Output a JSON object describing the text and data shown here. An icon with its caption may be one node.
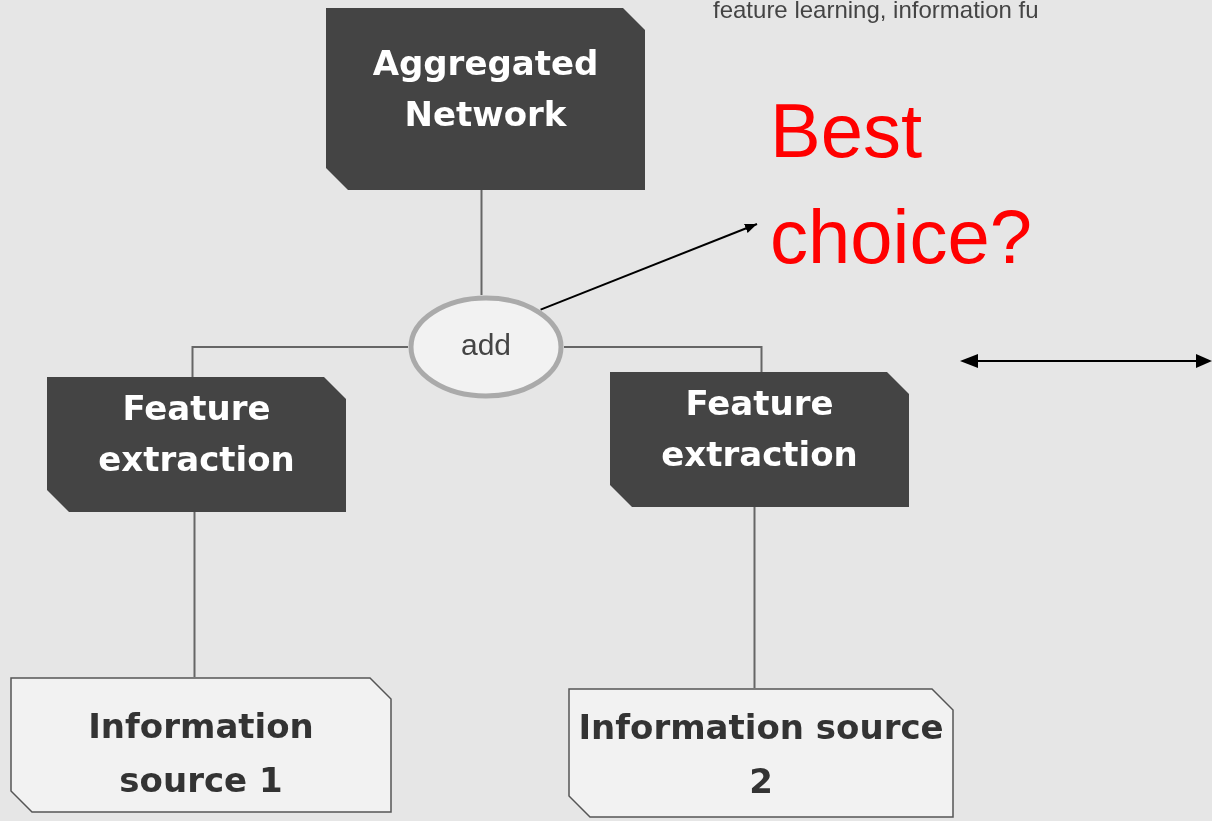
{
  "diagram": {
    "nodes": [
      {
        "text": [
          "Aggregated Network"
        ]
      },
      {
        "text": [
          "add"
        ]
      },
      {
        "text": [
          "Feature extraction"
        ]
      },
      {
        "text": [
          "Feature extraction"
        ]
      },
      {
        "text": [
          "Information source 1"
        ]
      },
      {
        "text": [
          "Information source 2"
        ]
      },
      {
        "text": [
          "Best choice?"
        ]
      }
    ],
    "edges": [
      {
        "from": 0,
        "to": 1,
        "arrow": "none"
      },
      {
        "from": 1,
        "to": 2,
        "arrow": "none"
      },
      {
        "from": 1,
        "to": 3,
        "arrow": "none"
      },
      {
        "from": 2,
        "to": 4,
        "arrow": "none"
      },
      {
        "from": 3,
        "to": 5,
        "arrow": "none"
      },
      {
        "from": 1,
        "to": 6,
        "arrow": "to",
        "color": "#000000"
      }
    ],
    "labels": [
      "feature learning, information fu"
    ]
  }
}
